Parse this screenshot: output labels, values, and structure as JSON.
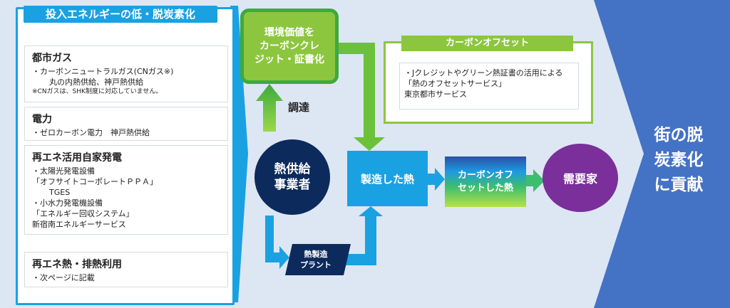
{
  "input_energy": {
    "title": "投入エネルギーの低・脱炭素化",
    "sections": [
      {
        "title": "都市ガス",
        "lines": [
          "・カーボンニュートラルガス(CNガス※)",
          "丸の内熱供給、神戸熱供給",
          "※CNガスは、SHK制度に対応していません。"
        ]
      },
      {
        "title": "電力",
        "lines": [
          "・ゼロカーボン電力　神戸熱供給"
        ]
      },
      {
        "title": "再エネ活用自家発電",
        "lines": [
          "・太陽光発電設備",
          "「オフサイトコーポレートＰＰＡ」",
          "TGES",
          "・小水力発電機設備",
          "「エネルギー回収システム」",
          "新宿南エネルギーサービス"
        ]
      },
      {
        "title": "再エネ熱・排熱利用",
        "lines": [
          "・次ページに記載"
        ]
      }
    ]
  },
  "flow": {
    "env_value": [
      "環境価値を",
      "カーボンクレ",
      "ジット・証書化"
    ],
    "procure": "調達",
    "heat_supplier": [
      "熱供給",
      "事業者"
    ],
    "plant": [
      "熱製造",
      "プラント"
    ],
    "heat_product": "製造した熱",
    "offset_heat": [
      "カーボンオフ",
      "セットした熱"
    ],
    "customer": "需要家",
    "contribution": [
      "街の脱",
      "炭素化",
      "に貢献"
    ]
  },
  "carbon_offset": {
    "title": "カーボンオフセット",
    "lines": [
      "・Jクレジットやグリーン熱証書の活用による",
      "「熱のオフセットサービス」",
      "東京都市サービス"
    ]
  },
  "colors": {
    "blue_accent": "#1aa1e2",
    "green": "#8cc63f",
    "navy": "#0d2a5c",
    "purple": "#7a2f9a",
    "arrow_blue": "#4472c4"
  }
}
